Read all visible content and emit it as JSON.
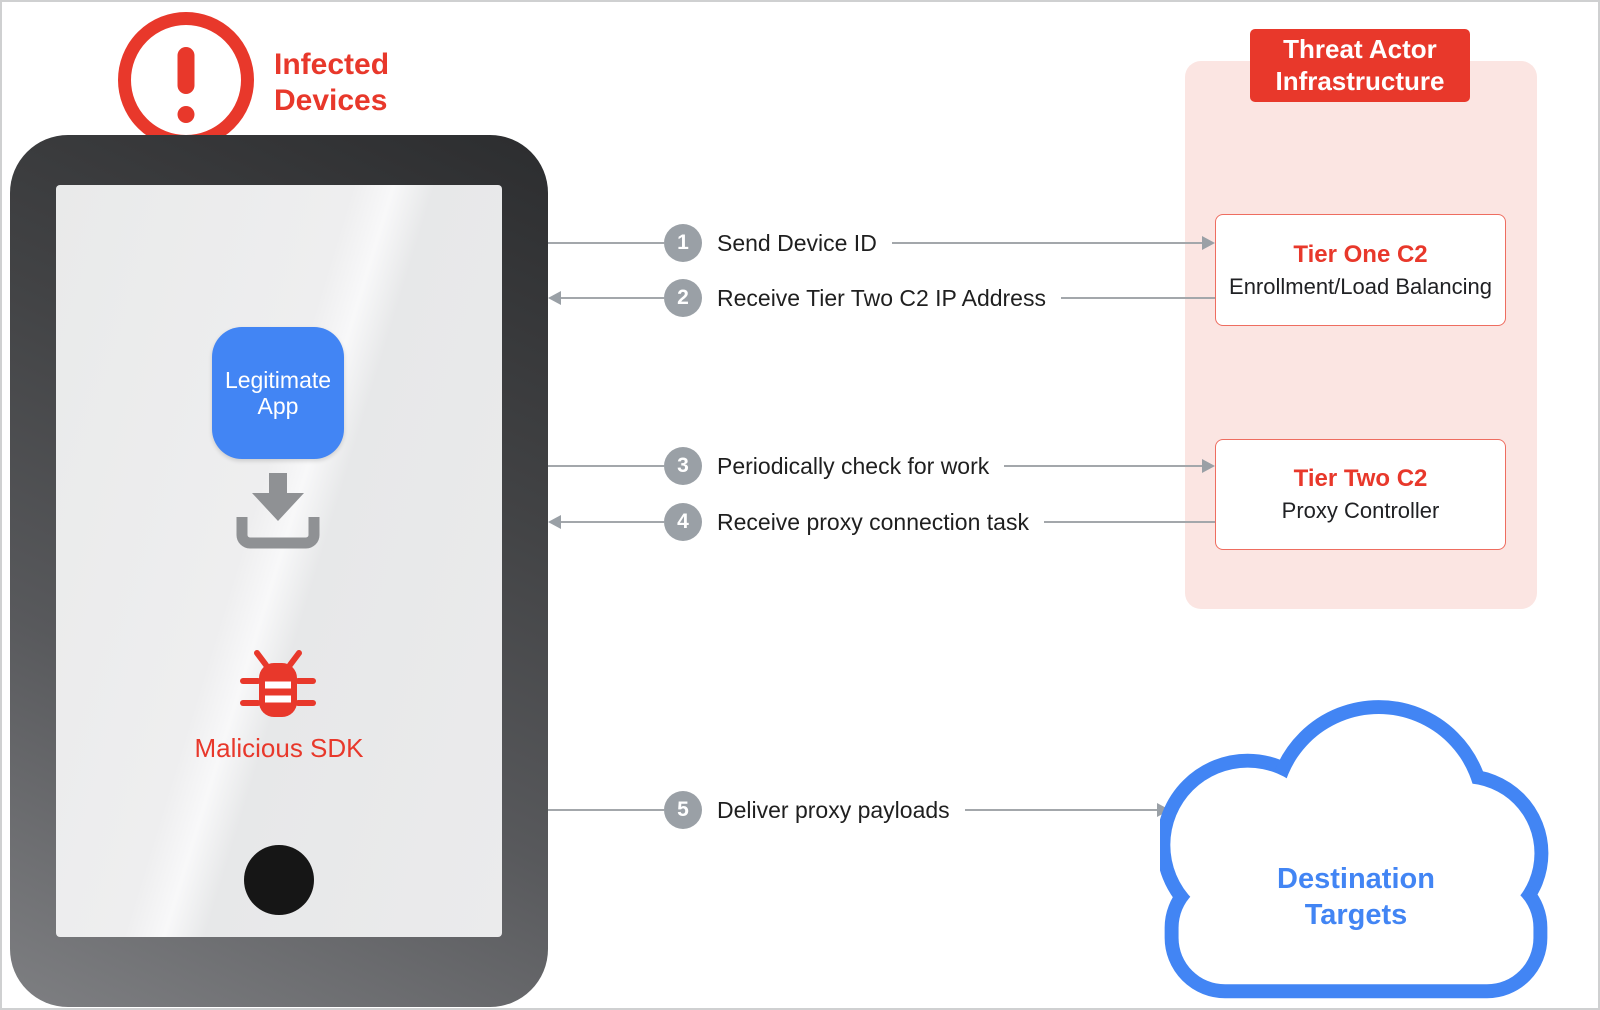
{
  "diagram": {
    "infected_devices_label": "Infected\nDevices",
    "phone": {
      "app_label": "Legitimate App",
      "sdk_label": "Malicious SDK"
    },
    "threat_infra": {
      "title": "Threat Actor\nInfrastructure",
      "boxes": [
        {
          "title": "Tier One C2",
          "subtitle": "Enrollment/Load Balancing"
        },
        {
          "title": "Tier Two C2",
          "subtitle": "Proxy Controller"
        }
      ]
    },
    "cloud_label": "Destination\nTargets",
    "steps": [
      {
        "num": "1",
        "label": "Send Device ID",
        "direction": "right"
      },
      {
        "num": "2",
        "label": "Receive Tier Two C2 IP Address",
        "direction": "left"
      },
      {
        "num": "3",
        "label": "Periodically check for work",
        "direction": "right"
      },
      {
        "num": "4",
        "label": "Receive proxy connection task",
        "direction": "left"
      },
      {
        "num": "5",
        "label": "Deliver proxy payloads",
        "direction": "right"
      }
    ],
    "colors": {
      "red": "#e8382b",
      "blue": "#4285f4",
      "gray": "#9aa0a6",
      "panel_pink": "#fbe5e2"
    }
  }
}
